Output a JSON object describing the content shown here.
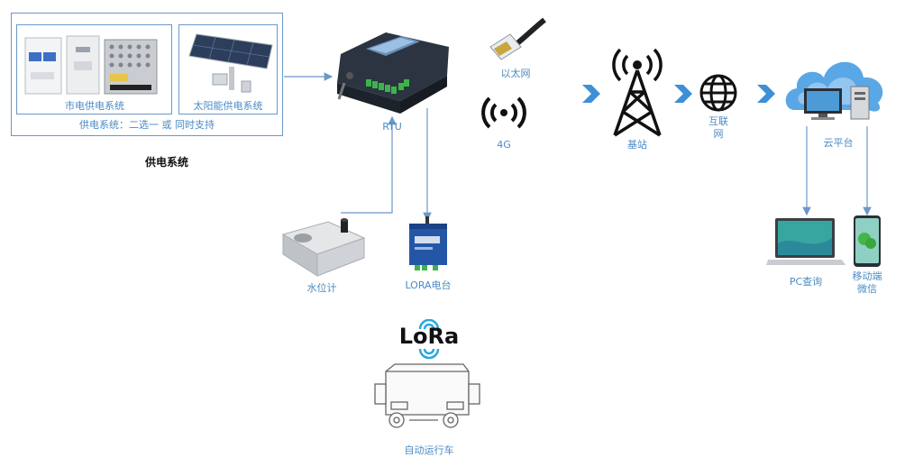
{
  "supply": {
    "grid_label": "市电供电系统",
    "solar_label": "太阳能供电系统",
    "note": "供电系统：二选一 或 同时支持",
    "title": "供电系统"
  },
  "rtu": {
    "label": "RTU"
  },
  "network": {
    "ethernet": "以太网",
    "g4": "4G",
    "base_station": "基站",
    "internet": "互联网",
    "cloud": "云平台"
  },
  "clients": {
    "pc": "PC查询",
    "mobile": "移动端微信"
  },
  "field": {
    "water_meter": "水位计",
    "lora_station": "LORA电台",
    "lora_logo": "LoRa",
    "vehicle": "自动运行车"
  },
  "colors": {
    "line": "#6a98c9",
    "label": "#4a8bc4",
    "chevron": "#3d8fd6",
    "device_dark": "#2b3440",
    "terminal_green": "#3db34a",
    "lora_blue": "#2456a6"
  },
  "icons": {
    "grid_power": "breaker-icon",
    "solar": "solar-panel-icon",
    "rtu": "rtu-device-icon",
    "ethernet": "ethernet-plug-icon",
    "g4": "wireless-signal-icon",
    "tower": "cell-tower-icon",
    "internet": "globe-icon",
    "cloud": "cloud-computer-icon",
    "pc": "laptop-icon",
    "mobile": "phone-icon",
    "water_meter": "water-level-meter-icon",
    "lora_station": "lora-radio-icon",
    "vehicle": "vehicle-icon"
  }
}
